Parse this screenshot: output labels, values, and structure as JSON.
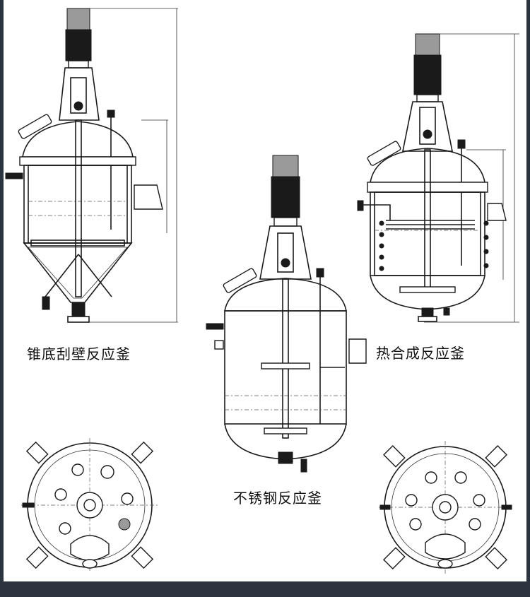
{
  "captions": {
    "cone_bottom": "锥底刮壁反应釜",
    "stainless": "不锈钢反应釜",
    "thermal": "热合成反应釜"
  },
  "colors": {
    "page_background": "#2c3440",
    "sheet": "#ffffff",
    "line": "#1a1a1a"
  }
}
